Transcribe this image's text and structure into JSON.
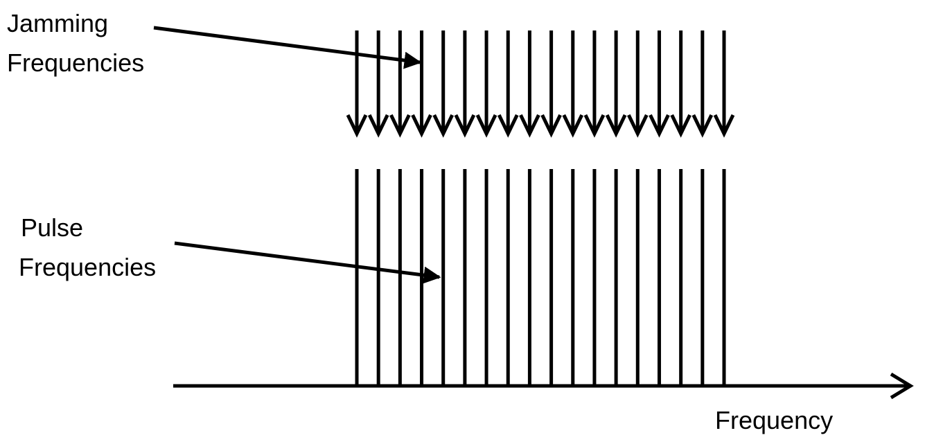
{
  "labels": {
    "jamming_line1": "Jamming",
    "jamming_line2": "Frequencies",
    "pulse_line1": "Pulse",
    "pulse_line2": "Frequencies",
    "axis": "Frequency"
  },
  "jamming_frequencies": {
    "count": 18
  },
  "pulse_frequencies": {
    "count": 18
  },
  "colors": {
    "ink": "#000000",
    "background": "#ffffff"
  }
}
